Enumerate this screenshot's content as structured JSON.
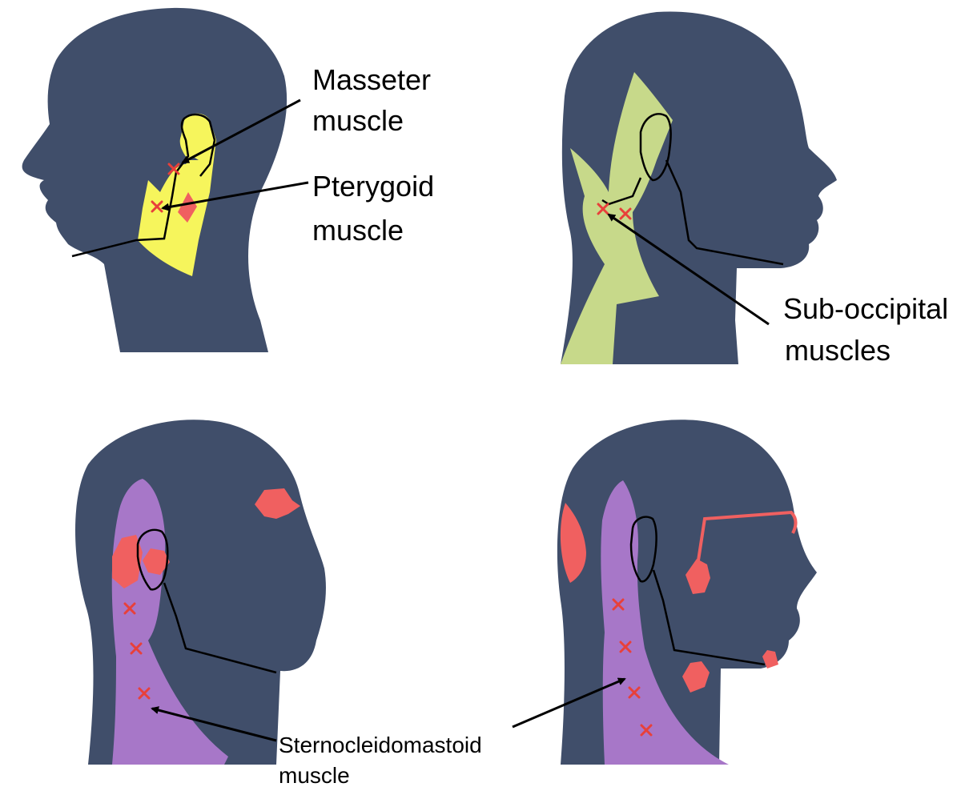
{
  "colors": {
    "head": "#404E6A",
    "masseter": "#F6F55C",
    "suboccipital": "#C7D98A",
    "sternocleidomastoid": "#A777C8",
    "pain": "#F06060",
    "trigger": "#E8403A",
    "outline": "#000000",
    "background": "#FFFFFF"
  },
  "labels": {
    "masseter": [
      "Masseter",
      "muscle"
    ],
    "pterygoid": [
      "Pterygoid",
      "muscle"
    ],
    "suboccipital": [
      "Sub-occipital",
      "muscles"
    ],
    "sternocleidomastoid": [
      "Sternocleidomastoid",
      "muscle"
    ]
  }
}
